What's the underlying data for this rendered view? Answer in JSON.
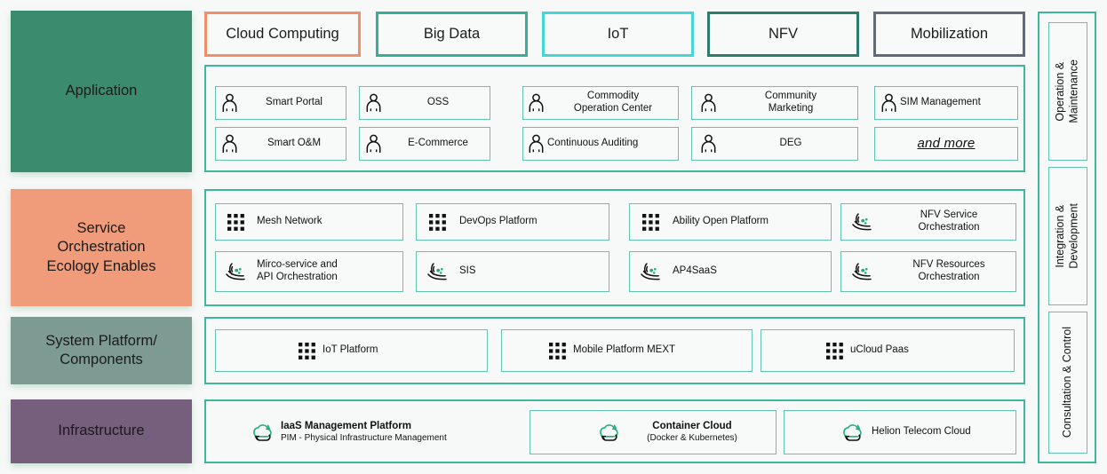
{
  "colors": {
    "teal_border": "#3fb79a",
    "cell_border": "#62c3ae",
    "application_fill": "#3b8c6e",
    "service_fill": "#f09b79",
    "system_fill": "#7d9b92",
    "infrastructure_fill": "#765e7d",
    "tab_cloud_computing_border": "#f0906a",
    "tab_big_data_border": "#35b096",
    "tab_iot_border": "#45d6d6",
    "tab_nfv_border": "#2e7d6b",
    "tab_mobilization_border": "#5f6b7a",
    "icon_green": "#25b47e",
    "page_background": "#f7f8f8"
  },
  "stages": [
    {
      "label": "Application"
    },
    {
      "label": "Service\nOrchestration\nEcology Enables"
    },
    {
      "label": "System Platform/\nComponents"
    },
    {
      "label": "Infrastructure"
    }
  ],
  "category_tabs": [
    {
      "label": "Cloud Computing",
      "color_key": "tab_cloud_computing_border"
    },
    {
      "label": "Big Data",
      "color_key": "tab_big_data_border"
    },
    {
      "label": "IoT",
      "color_key": "tab_iot_border"
    },
    {
      "label": "NFV",
      "color_key": "tab_nfv_border"
    },
    {
      "label": "Mobilization",
      "color_key": "tab_mobilization_border"
    }
  ],
  "application_items": [
    {
      "label": "Smart Portal",
      "icon": "person-icon"
    },
    {
      "label": "OSS",
      "icon": "person-icon"
    },
    {
      "label": "Commodity\nOperation Center",
      "icon": "person-icon"
    },
    {
      "label": "Community\nMarketing",
      "icon": "person-icon"
    },
    {
      "label": "SIM Management",
      "icon": "person-icon"
    },
    {
      "label": "Smart O&M",
      "icon": "person-icon"
    },
    {
      "label": "E-Commerce",
      "icon": "person-icon"
    },
    {
      "label": "Continuous Auditing",
      "icon": "person-icon"
    },
    {
      "label": "DEG",
      "icon": "person-icon"
    },
    {
      "label": "and more",
      "icon": "none"
    }
  ],
  "service_items": [
    {
      "label": "Mesh Network",
      "icon": "grid-dots-icon"
    },
    {
      "label": "DevOps Platform",
      "icon": "grid-dots-icon"
    },
    {
      "label": "Ability Open Platform",
      "icon": "grid-dots-icon"
    },
    {
      "label": "NFV Service\nOrchestration",
      "icon": "orchestration-icon"
    },
    {
      "label": "Mirco-service and\nAPI Orchestration",
      "icon": "orchestration-icon"
    },
    {
      "label": "SIS",
      "icon": "orchestration-icon"
    },
    {
      "label": "AP4SaaS",
      "icon": "orchestration-icon"
    },
    {
      "label": "NFV Resources\nOrchestration",
      "icon": "orchestration-icon"
    }
  ],
  "system_items": [
    {
      "label": "IoT Platform",
      "icon": "grid-dots-icon"
    },
    {
      "label": "Mobile Platform MEXT",
      "icon": "grid-dots-icon"
    },
    {
      "label": "uCloud Paas",
      "icon": "grid-dots-icon"
    }
  ],
  "infrastructure_items": [
    {
      "title": "IaaS Management Platform",
      "subtitle": "PIM - Physical Infrastructure Management",
      "icon": "cloud-refresh-icon",
      "bordered": false
    },
    {
      "title": "Container Cloud",
      "subtitle": "(Docker & Kubernetes)",
      "icon": "cloud-refresh-icon",
      "bordered": true
    },
    {
      "title": "Helion Telecom Cloud",
      "subtitle": "",
      "icon": "cloud-refresh-icon",
      "bordered": true
    }
  ],
  "rail_items": [
    {
      "label": "Operation &\nMaintenance"
    },
    {
      "label": "Integration &\nDevelopment"
    },
    {
      "label": "Consultation & Control"
    }
  ]
}
